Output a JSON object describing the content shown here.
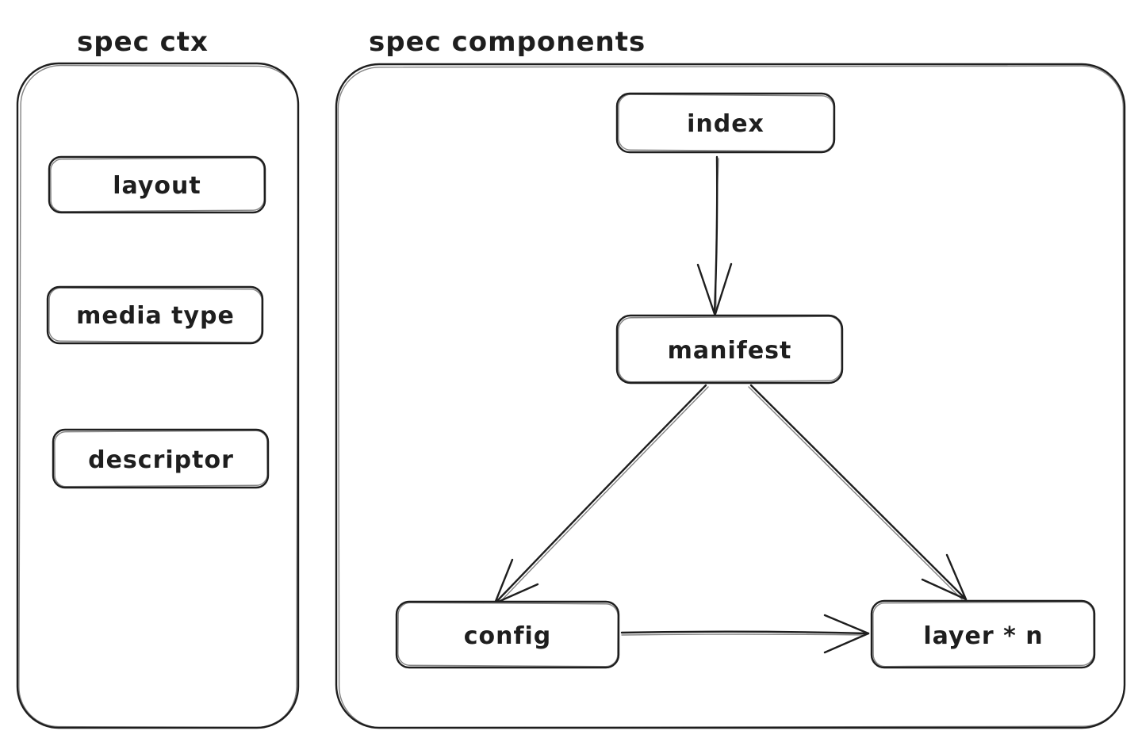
{
  "canvas": {
    "background_color": "#ffffff",
    "stroke_color": "#1e1e1e"
  },
  "panels": {
    "spec_ctx": {
      "title": "spec ctx",
      "items": [
        {
          "label": "layout"
        },
        {
          "label": "media type"
        },
        {
          "label": "descriptor"
        }
      ]
    },
    "spec_components": {
      "title": "spec components",
      "nodes": [
        {
          "id": "index",
          "label": "index"
        },
        {
          "id": "manifest",
          "label": "manifest"
        },
        {
          "id": "config",
          "label": "config"
        },
        {
          "id": "layer",
          "label": "layer * n"
        }
      ],
      "edges": [
        {
          "from": "index",
          "to": "manifest"
        },
        {
          "from": "manifest",
          "to": "config"
        },
        {
          "from": "manifest",
          "to": "layer"
        },
        {
          "from": "config",
          "to": "layer"
        }
      ]
    }
  }
}
